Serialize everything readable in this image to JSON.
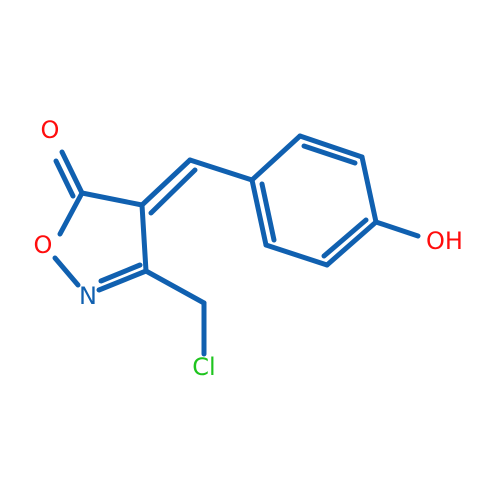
{
  "structure": {
    "atoms": [
      {
        "id": "carbonyl-oxygen",
        "symbol": "O",
        "color": "#ff0d0d"
      },
      {
        "id": "ring-oxygen",
        "symbol": "O",
        "color": "#ff0d0d"
      },
      {
        "id": "ring-nitrogen",
        "symbol": "N",
        "color": "#1060b0"
      },
      {
        "id": "chlorine",
        "symbol": "Cl",
        "color": "#1fc41f"
      },
      {
        "id": "hydroxyl",
        "symbol": "OH",
        "color": "#ff0d0d"
      }
    ],
    "bond_color": "#1060b0"
  }
}
